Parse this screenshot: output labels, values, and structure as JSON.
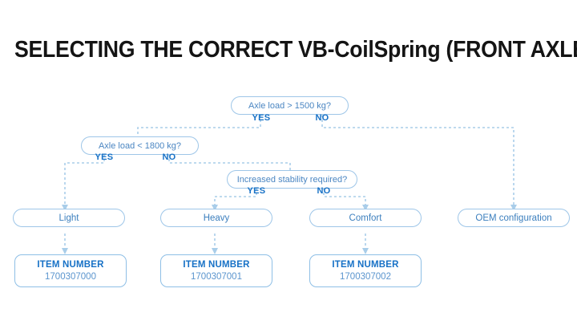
{
  "title": "SELECTING THE CORRECT VB-CoilSpring (FRONT AXLE)",
  "colors": {
    "title": "#141414",
    "node_border": "#9ec6e8",
    "node_text": "#3c7fbe",
    "label_bold": "#1771c6",
    "connector": "#a9cde9",
    "background": "#ffffff"
  },
  "chart_data": {
    "type": "diagram",
    "diagram_kind": "flowchart",
    "orientation": "top-down",
    "title": "SELECTING THE CORRECT VB-CoilSpring (FRONT AXLE)",
    "nodes": [
      {
        "id": "d1",
        "kind": "decision",
        "label": "Axle load > 1500 kg?"
      },
      {
        "id": "d2",
        "kind": "decision",
        "label": "Axle load < 1800 kg?"
      },
      {
        "id": "d3",
        "kind": "decision",
        "label": "Increased stability required?"
      },
      {
        "id": "r1",
        "kind": "result",
        "label": "Light"
      },
      {
        "id": "r2",
        "kind": "result",
        "label": "Heavy"
      },
      {
        "id": "r3",
        "kind": "result",
        "label": "Comfort"
      },
      {
        "id": "r4",
        "kind": "result",
        "label": "OEM configuration"
      },
      {
        "id": "i1",
        "kind": "item",
        "label": "ITEM NUMBER",
        "value": "1700307000"
      },
      {
        "id": "i2",
        "kind": "item",
        "label": "ITEM NUMBER",
        "value": "1700307001"
      },
      {
        "id": "i3",
        "kind": "item",
        "label": "ITEM NUMBER",
        "value": "1700307002"
      }
    ],
    "edges": [
      {
        "from": "d1",
        "to": "d2",
        "label": "YES"
      },
      {
        "from": "d1",
        "to": "r4",
        "label": "NO"
      },
      {
        "from": "d2",
        "to": "r1",
        "label": "YES"
      },
      {
        "from": "d2",
        "to": "d3",
        "label": "NO"
      },
      {
        "from": "d3",
        "to": "r2",
        "label": "YES"
      },
      {
        "from": "d3",
        "to": "r3",
        "label": "NO"
      },
      {
        "from": "r1",
        "to": "i1",
        "label": ""
      },
      {
        "from": "r2",
        "to": "i2",
        "label": ""
      },
      {
        "from": "r3",
        "to": "i3",
        "label": ""
      }
    ]
  },
  "decisions": [
    {
      "question": "Axle load > 1500 kg?",
      "yes": "YES",
      "no": "NO"
    },
    {
      "question": "Axle load < 1800 kg?",
      "yes": "YES",
      "no": "NO"
    },
    {
      "question": "Increased stability required?",
      "yes": "YES",
      "no": "NO"
    }
  ],
  "results": [
    {
      "label": "Light"
    },
    {
      "label": "Heavy"
    },
    {
      "label": "Comfort"
    },
    {
      "label": "OEM configuration"
    }
  ],
  "items": [
    {
      "label": "ITEM NUMBER",
      "value": "1700307000"
    },
    {
      "label": "ITEM NUMBER",
      "value": "1700307001"
    },
    {
      "label": "ITEM NUMBER",
      "value": "1700307002"
    }
  ]
}
